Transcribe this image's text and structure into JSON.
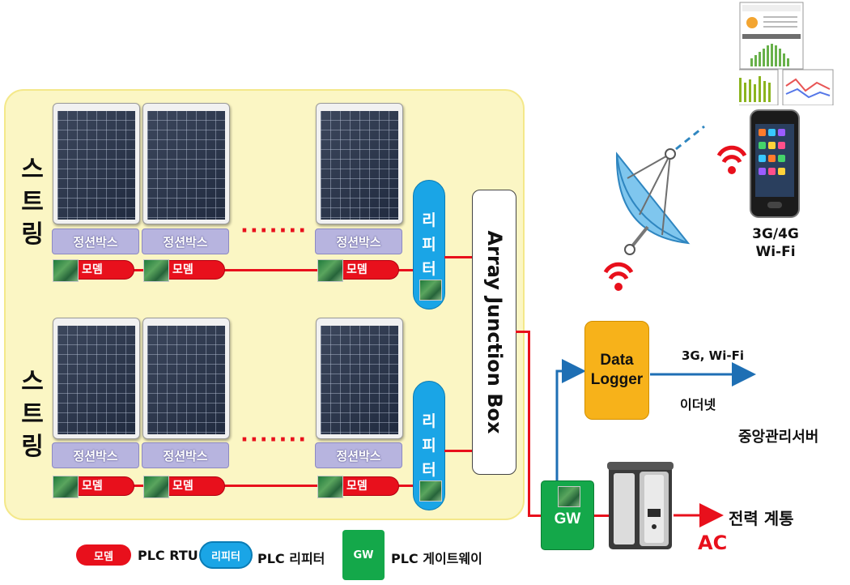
{
  "diagram": {
    "string_label": [
      "스",
      "트",
      "링"
    ],
    "junction_box_label": "정션박스",
    "modem_label": "모뎀",
    "repeater_label": [
      "리",
      "피",
      "터"
    ],
    "ellipsis": "·······",
    "array_junction_box": "Array Junction Box",
    "data_logger": [
      "Data",
      "Logger"
    ],
    "gateway": "GW",
    "link_3g_wifi": "3G, Wi-Fi",
    "ethernet": "이더넷",
    "central_server": "중앙관리서버",
    "mobile_label": [
      "3G/4G",
      "Wi-Fi"
    ],
    "grid_label": "전력 계통",
    "ac_label": "AC"
  },
  "legend": {
    "modem_pill": "모뎀",
    "modem_text": "PLC RTU",
    "repeater_pill": "리피터",
    "repeater_text": "PLC 리피터",
    "gw_pill": "GW",
    "gw_text": "PLC 게이트웨이"
  },
  "colors": {
    "modem_red": "#e8101c",
    "repeater_blue": "#1aa5e6",
    "gateway_green": "#14a84a",
    "logger_orange": "#f7b21a",
    "junction_purple": "#b7b4df",
    "string_area": "#fbf6c4",
    "arrow_blue": "#1e6fb4"
  }
}
